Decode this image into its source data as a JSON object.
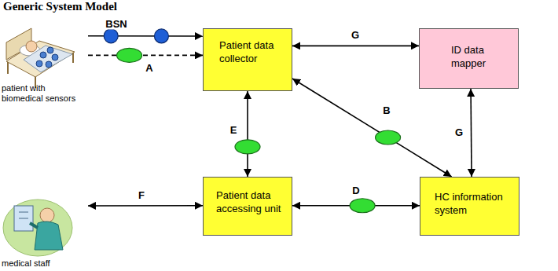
{
  "diagram": {
    "title": "Generic System Model",
    "nodes": [
      {
        "text": [
          "patient with biomedical sensors"
        ]
      },
      {
        "text": [
          "Patient data collector"
        ]
      },
      {
        "text": [
          "ID data mapper"
        ]
      },
      {
        "text": [
          "medical staff"
        ]
      },
      {
        "text": [
          "Patient data accessing unit"
        ]
      },
      {
        "text": [
          "HC information system"
        ]
      }
    ],
    "edges": [
      {
        "from": 0,
        "to": 1,
        "label": "BSN",
        "arrow": "to"
      },
      {
        "from": 0,
        "to": 1,
        "label": "A",
        "arrow": "to"
      },
      {
        "from": 1,
        "to": 2,
        "label": "G",
        "arrow": "both"
      },
      {
        "from": 1,
        "to": 5,
        "label": "B",
        "arrow": "both"
      },
      {
        "from": 1,
        "to": 4,
        "label": "E",
        "arrow": "both"
      },
      {
        "from": 2,
        "to": 5,
        "label": "G",
        "arrow": "both"
      },
      {
        "from": 3,
        "to": 4,
        "label": "F",
        "arrow": "both"
      },
      {
        "from": 4,
        "to": 5,
        "label": "D",
        "arrow": "both"
      }
    ]
  }
}
